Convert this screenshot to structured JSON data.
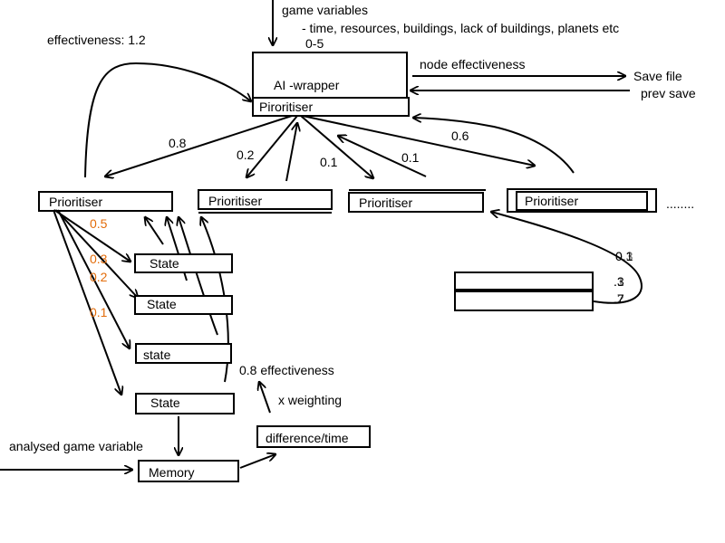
{
  "colors": {
    "stroke": "#000000",
    "text": "#000000",
    "accent_weight": "#e36c0a",
    "background": "#ffffff"
  },
  "top": {
    "game_variables": "game variables",
    "game_variables_list": "- time, resources, buildings, lack of buildings, planets etc",
    "range": "0-5",
    "effectiveness_label": "effectiveness: 1.2"
  },
  "ai": {
    "wrapper_label": "AI -wrapper",
    "prioritiser_label": "Piroritiser",
    "node_effectiveness": "node effectiveness",
    "save_file": "Save file",
    "prev_save": "prev save"
  },
  "weights": {
    "w1": "0.8",
    "w2": "0.2",
    "w3": "0.1",
    "w4": "0.1",
    "w5": "0.6"
  },
  "prioritisers": [
    "Prioritiser",
    "Prioritiser",
    "Prioritiser",
    "Prioritiser"
  ],
  "ellipsis": "........",
  "states": {
    "weights": [
      "0.5",
      "0.3",
      "0.2",
      "0.1"
    ],
    "labels": [
      "State",
      "State",
      "state",
      "State"
    ]
  },
  "right_cluster": {
    "labels": [
      "0.1",
      ".3",
      ".7"
    ],
    "overlay": [
      "0.3",
      ".1",
      ".2"
    ]
  },
  "bottom": {
    "effectiveness": "0.8 effectiveness",
    "x_weighting": "x weighting",
    "difference_time": "difference/time",
    "analysed": "analysed game variable",
    "memory": "Memory"
  }
}
